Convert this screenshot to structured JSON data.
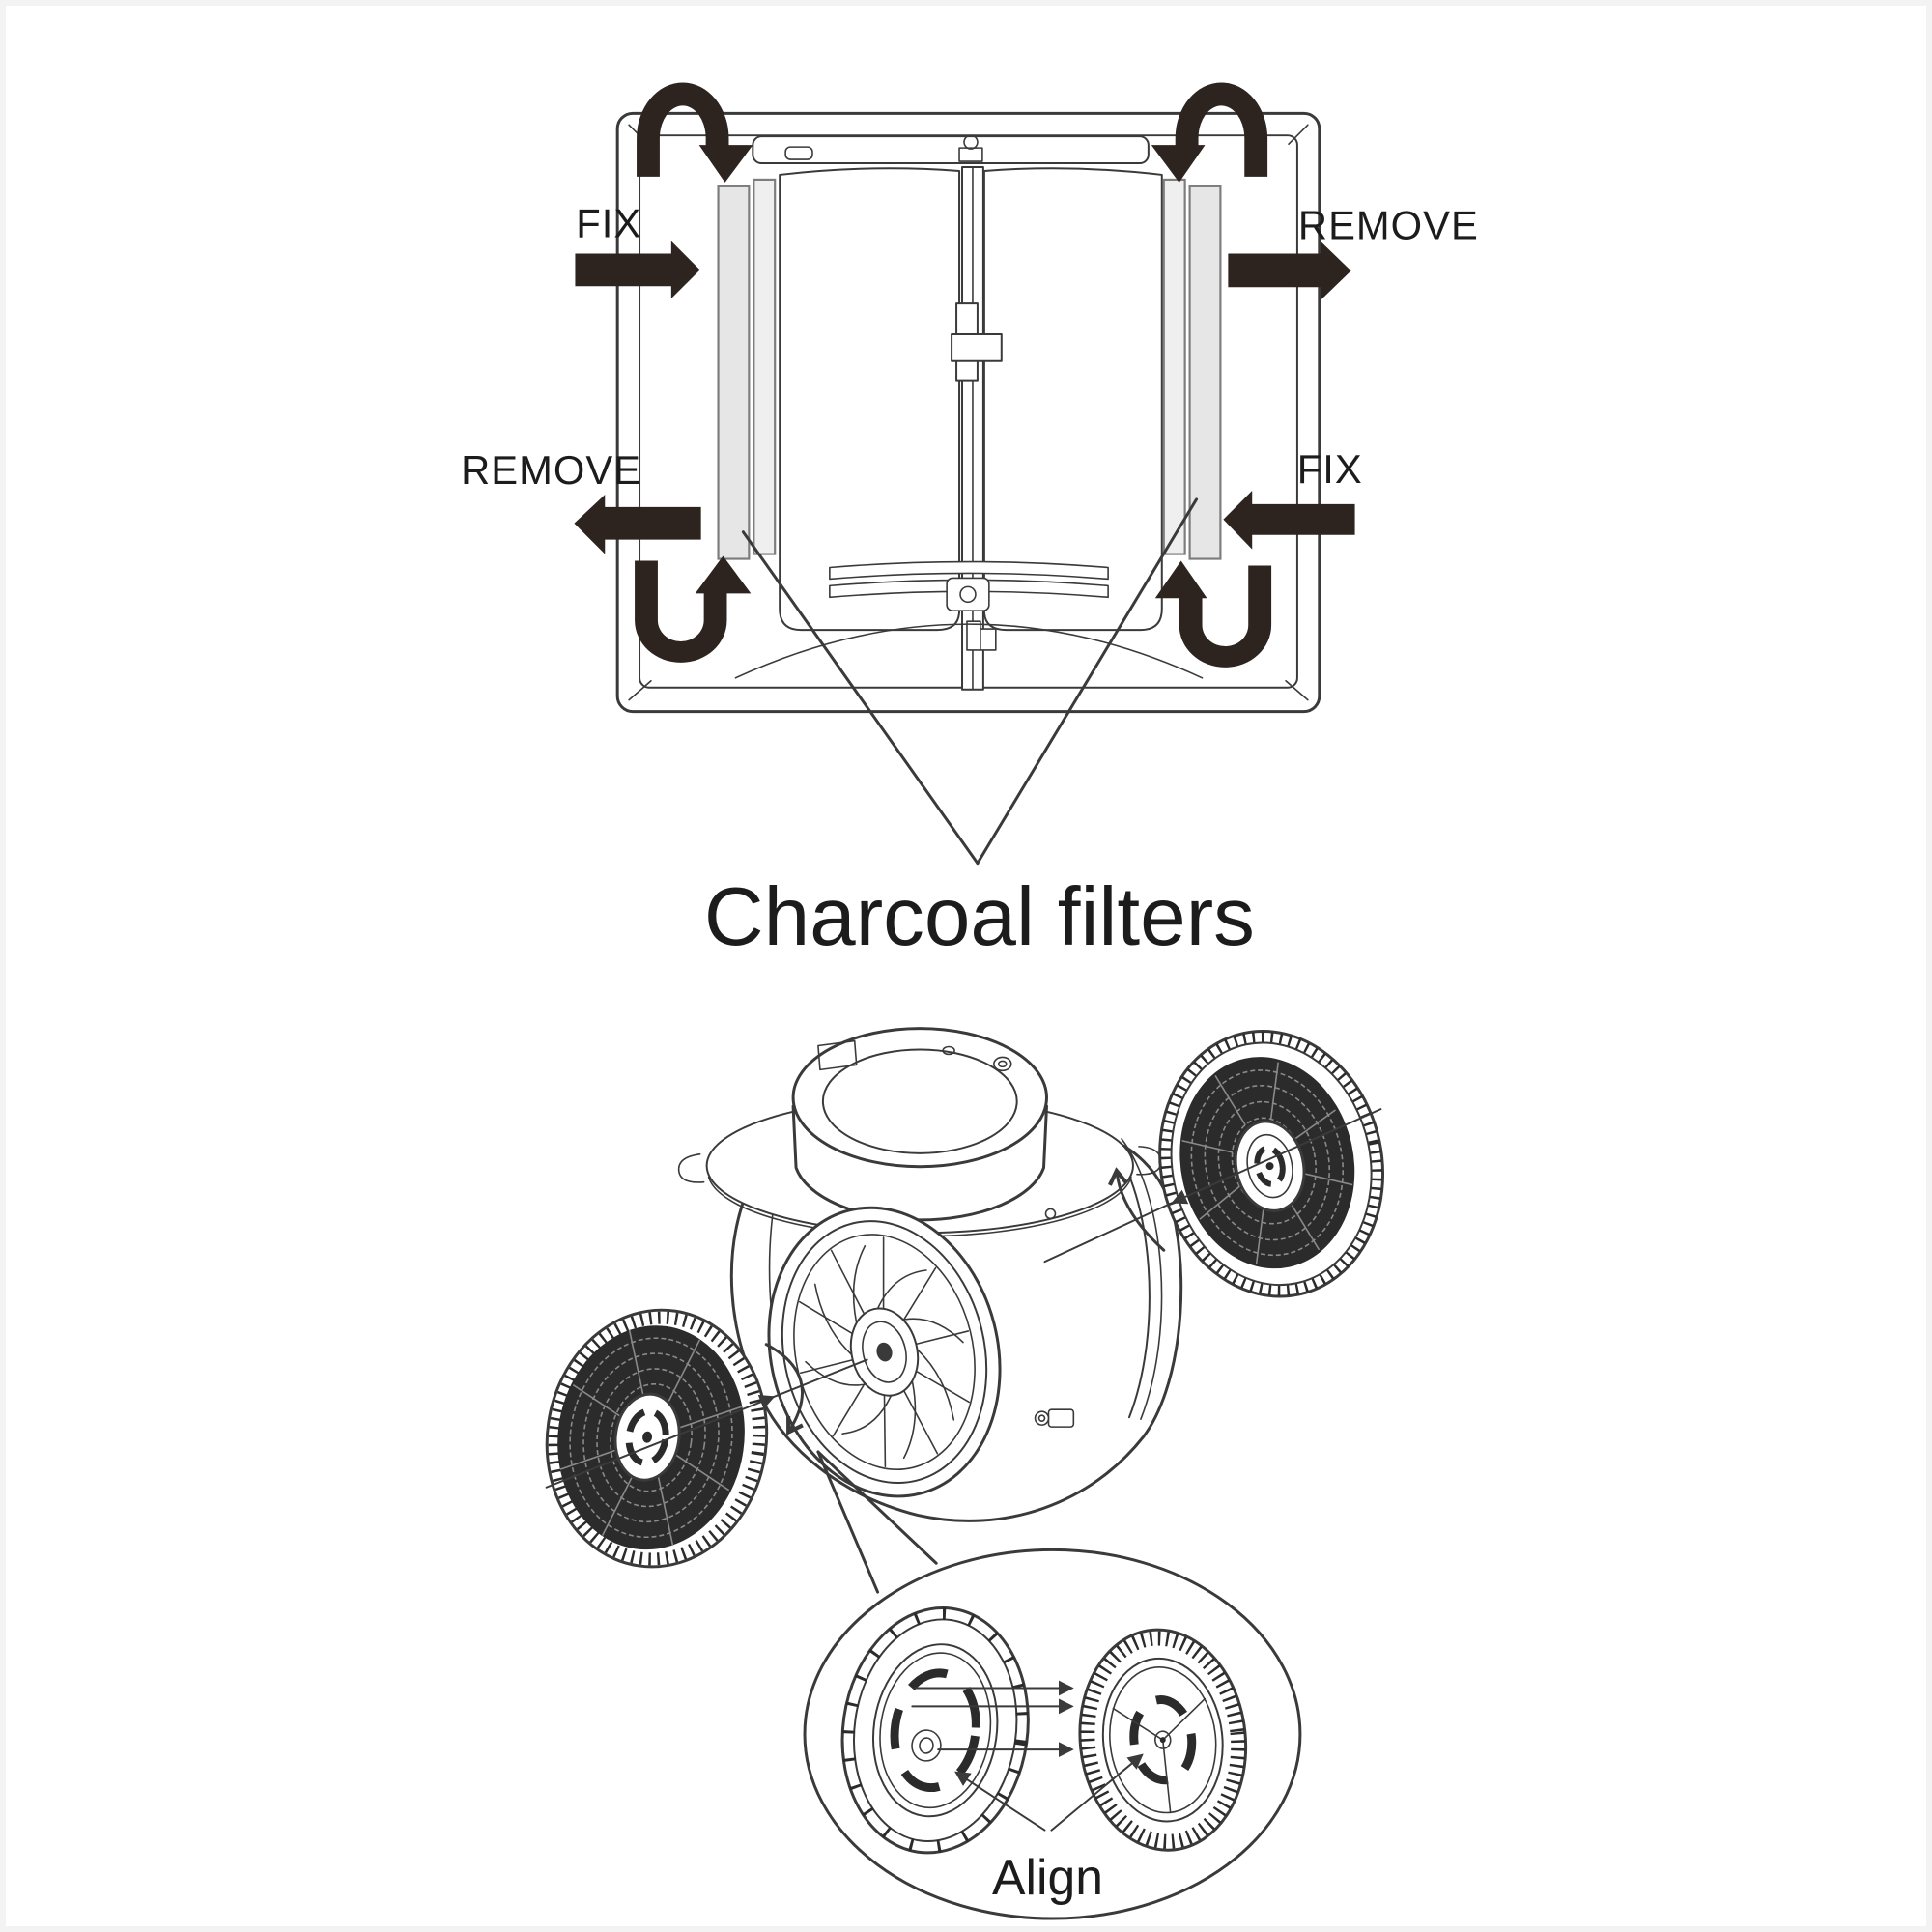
{
  "page": {
    "background": "#ffffff",
    "border_color": "#f3f3f3"
  },
  "colors": {
    "line": "#3a3a3a",
    "arrow": "#2d2420",
    "mesh": "#2b2b2b",
    "mesh_texture": "#8a8a8a",
    "filter_strip": "#e6e6e6",
    "text": "#1c1c1c"
  },
  "top_view": {
    "caption": "Charcoal filters",
    "labels": {
      "top_left": "FIX",
      "top_right": "REMOVE",
      "bottom_left": "REMOVE",
      "bottom_right": "FIX"
    }
  },
  "exploded_view": {
    "caption": "Align"
  }
}
